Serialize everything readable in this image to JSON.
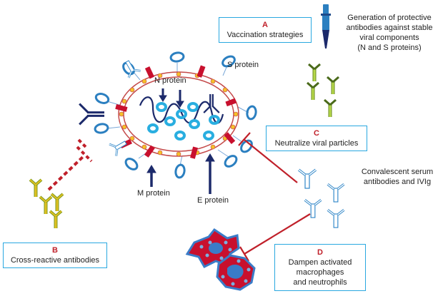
{
  "labels": {
    "s_protein": "S protein",
    "n_protein": "N protein",
    "m_protein": "M protein",
    "e_protein": "E protein",
    "generation": [
      "Generation of protective",
      "antibodies against stable",
      "viral components",
      "(N and S proteins)"
    ],
    "convalescent": [
      "Convalescent serum",
      "antibodies and IVIg"
    ]
  },
  "boxes": {
    "a": {
      "letter": "A",
      "text": "Vaccination strategies"
    },
    "b": {
      "letter": "B",
      "text": "Cross-reactive antibodies"
    },
    "c": {
      "letter": "C",
      "text": "Neutralize viral particles"
    },
    "d": {
      "letter": "D",
      "lines": [
        "Dampen activated",
        "macrophages",
        "and neutrophils"
      ]
    }
  },
  "colors": {
    "box_border": "#29a8e0",
    "letter_red": "#c0202a",
    "inhibit_red": "#c0202a",
    "navy": "#1c2a6b",
    "s_ring": "#2b7fc0",
    "n_ring": "#29aee0",
    "envelope": "#c44a4a",
    "lipid": "#f5c02a",
    "antibody_yellow": "#e0c020",
    "antibody_green": "#9fc83a",
    "cell_red": "#c8102e",
    "cell_blue": "#3a7cc8"
  }
}
